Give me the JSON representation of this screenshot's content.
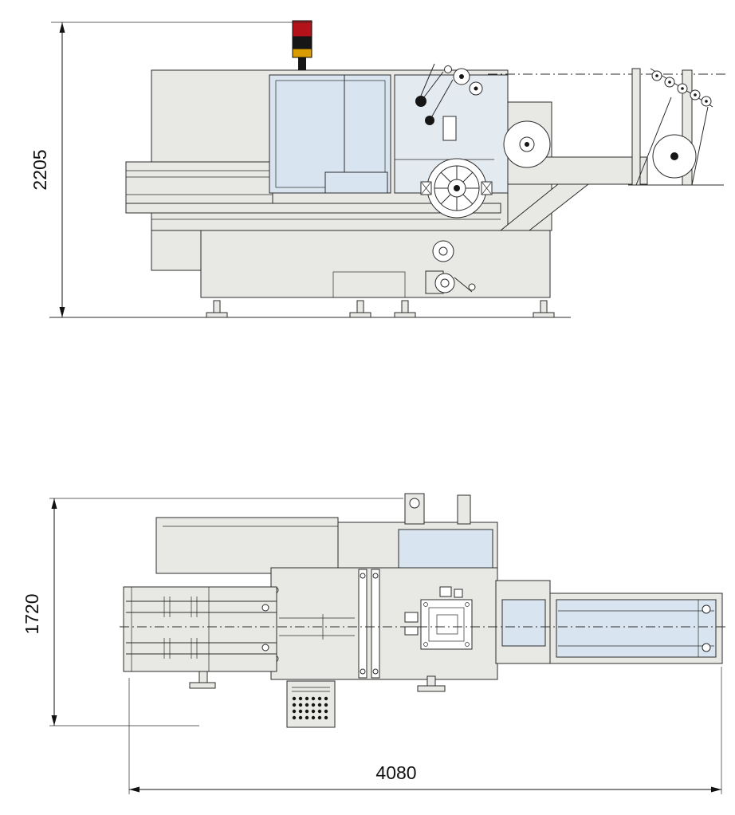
{
  "drawing": {
    "dimensions": {
      "overall_height": {
        "value": "2205"
      },
      "overall_depth": {
        "value": "1720"
      },
      "overall_length": {
        "value": "4080"
      }
    },
    "colors": {
      "background": "#ffffff",
      "body_fill": "#e8e8e4",
      "glass_fill": "#d8e4ef",
      "line": "#2b2b2b",
      "stack_light_red": "#b3121b",
      "stack_light_black": "#161616",
      "stack_light_amber": "#d89c00"
    }
  }
}
